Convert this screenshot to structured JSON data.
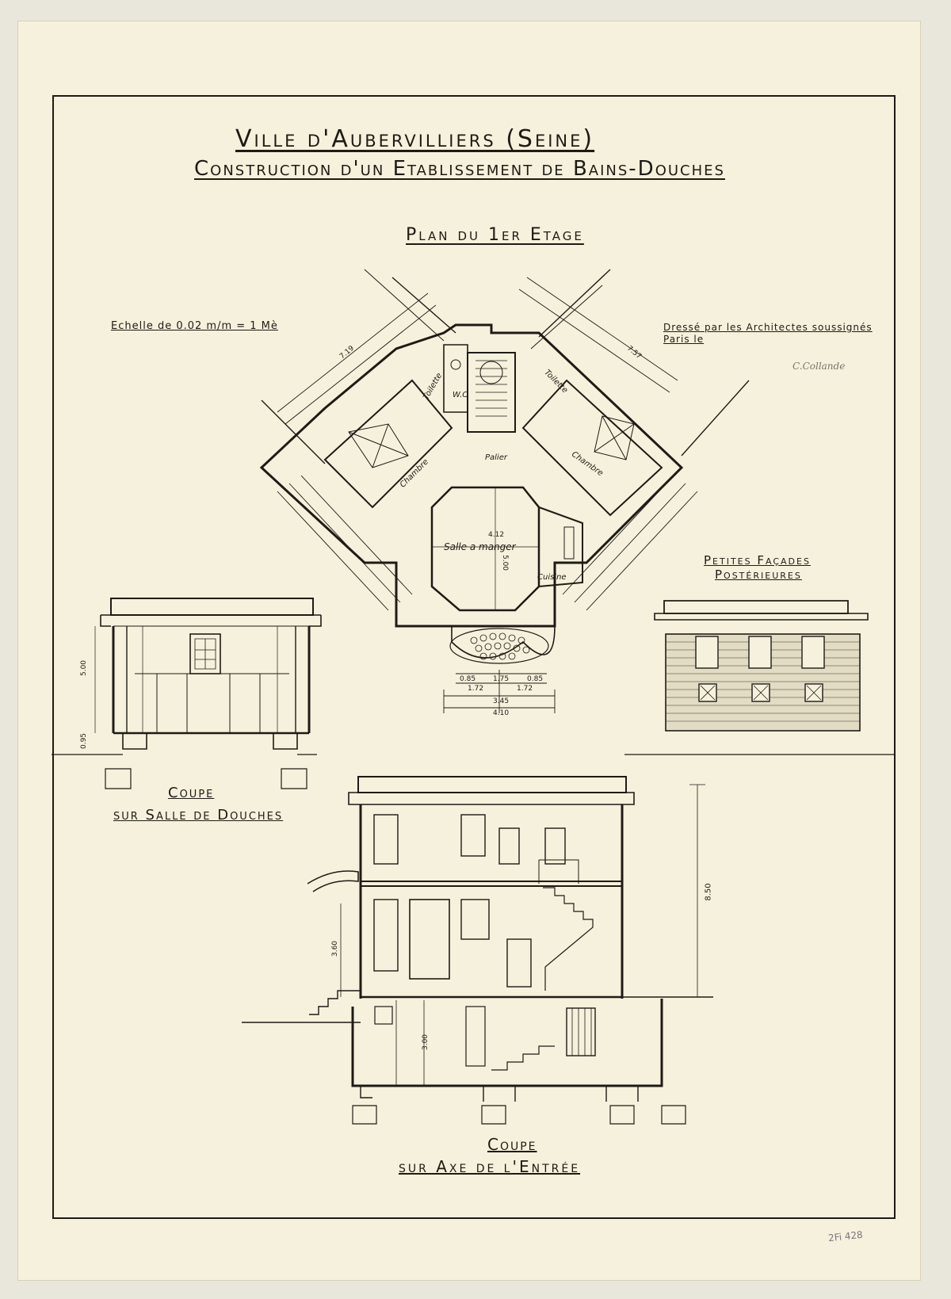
{
  "title_line1": "Ville d'Aubervilliers (Seine)",
  "title_line2": "Construction d'un Etablissement de Bains-Douches",
  "plan_title": "Plan du 1er Etage",
  "scale_note": "Echelle de 0.02 m/m = 1 Mè",
  "architects_line1": "Dressé par les Architectes soussignés",
  "architects_line2": "Paris le",
  "signature": "C.Collande",
  "facade_title_line1": "Petites Façades",
  "facade_title_line2": "Postérieures",
  "section1_title_line1": "Coupe",
  "section1_title_line2": "sur Salle de Douches",
  "section2_title_line1": "Coupe",
  "section2_title_line2": "sur Axe de l'Entrée",
  "archive_ref": "2Fi 428",
  "rooms": {
    "toilette_left": "Toilette",
    "toilette_right": "Toilette",
    "wc": "W.C",
    "palier": "Palier",
    "chambre_left": "Chambre",
    "chambre_right": "Chambre",
    "salle_a_manger": "Salle a manger",
    "cuisine": "Cuisine"
  },
  "dimensions": {
    "plan_bottom_1": "0.85",
    "plan_bottom_2": "1.75",
    "plan_bottom_3": "0.85",
    "plan_bottom_4": "1.72",
    "plan_bottom_5": "1.72",
    "plan_bottom_6": "3.45",
    "plan_bottom_7": "4.10",
    "plan_left_outer": "7.19",
    "plan_right_outer": "7.57",
    "plan_salle_width": "4.12",
    "plan_salle_depth": "5.00",
    "section1_height": "5.00",
    "section1_base": "0.95",
    "section2_height": "8.50",
    "section2_floor1": "3.60",
    "section2_basement": "3.00"
  }
}
